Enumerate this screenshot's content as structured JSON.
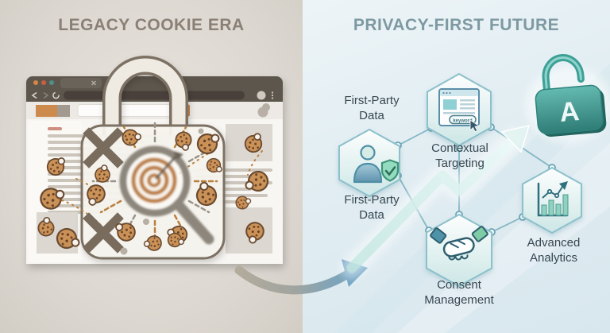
{
  "left": {
    "title": "LEGACY COOKIE ERA"
  },
  "right": {
    "title": "PRIVACY-FIRST FUTURE",
    "labels": {
      "first_party_top": "First-Party Data",
      "first_party_bottom": "First-Party Data",
      "contextual": "Contextual Targeting",
      "consent": "Consent Management",
      "analytics": "Advanced Analytics"
    },
    "keyword_pill": "keyword",
    "lock_letter": "A"
  },
  "icons": {
    "left": [
      "browser-window",
      "padlock-outline",
      "cookie",
      "x-mark",
      "magnifier-target"
    ],
    "right": [
      "person-shield",
      "keyword-browser",
      "handshake",
      "bar-chart",
      "open-lock",
      "trend-arrow",
      "transition-arrow"
    ]
  },
  "colors": {
    "left_bg": "#ddd8d1",
    "right_bg": "#e1edf2",
    "left_title": "#8a8076",
    "right_title": "#7d99a1",
    "label_text": "#37474f",
    "cookie": "#cb9257",
    "cookie_edge": "#6a4a30",
    "target_orange": "#bc7f42",
    "x_mark": "#7a6c5d",
    "hex_stroke": "#8cc0cb",
    "lock_teal": "#3da096",
    "arrow_blue": "#6fa3c4"
  }
}
